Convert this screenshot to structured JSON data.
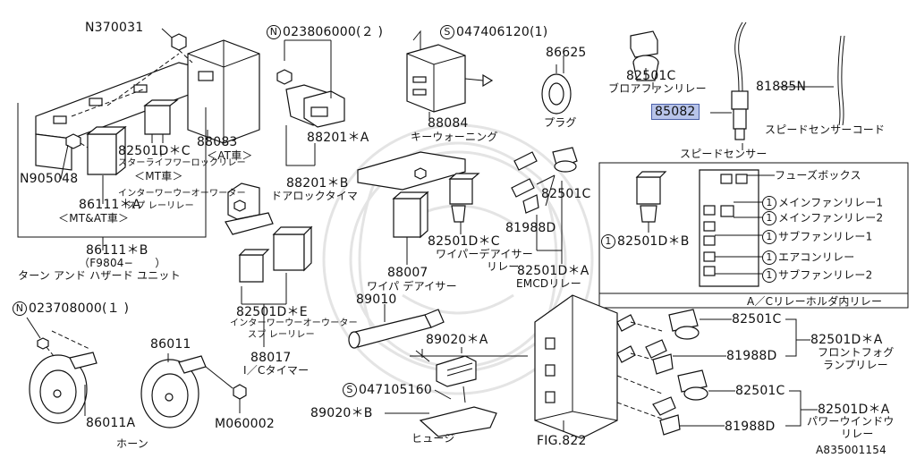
{
  "labels": {
    "n370031": "N370031",
    "n905048": "N905048",
    "n023806000": "023806000(２ )",
    "s047406120": "047406120(1)",
    "p86625": "86625",
    "p82501c_top": "82501C",
    "blower_relay": "ブロアファンリレー",
    "p85082": "85082",
    "p81885n": "81885N",
    "speed_sensor_cord": "スピードセンサーコード",
    "speed_sensor": "スピードセンサー",
    "p88083": "88083",
    "at_car": "＜AT車＞",
    "p82501dc_left": "82501D＊C",
    "starter_lock_relay": "スターライフワーロックリレー",
    "mt_car": "＜MT車＞",
    "p86111a": "86111＊A",
    "interlock_relay_l1": "インターワーウーオーワーター",
    "interlock_relay_l2": "スプ レーリレー",
    "mt_at_car": "＜MT&AT車＞",
    "p86111b": "86111＊B",
    "f9804": "（F9804−　　）",
    "turn_hazard": "ターン アンド ハザード ユニット",
    "p88201a": "88201＊A",
    "p88201b": "88201＊B",
    "doorlock_timer": "ドアロックタイマ",
    "p88084": "88084",
    "key_warning": "キーウォーニング",
    "plug": "プラグ",
    "p82501c_mid": "82501C",
    "fuse_box": "フューズボックス",
    "p82501db": "82501D＊B",
    "main_fan_relay1": "メインファンリレー1",
    "main_fan_relay2": "メインファンリレー2",
    "sub_fan_relay1": "サブファンリレー1",
    "aircon_relay": "エアコンリレー",
    "sub_fan_relay2": "サブファンリレー2",
    "ac_holder": "A／Cリレーホルダ内リレー",
    "p81988d_top": "81988D",
    "p82501dc_mid": "82501D＊C",
    "wiper_deicer_relay_l1": "ワイパーデアイサー",
    "wiper_deicer_relay_l2": "リレー",
    "p88007": "88007",
    "wiper_deicer": "ワイパ デアイサー",
    "p82501da_mid": "82501D＊A",
    "emcd_relay": "EMCDリレー",
    "p82501de": "82501D＊E",
    "interwater_relay_l1": "インターワーウーオーウーター",
    "interwater_relay_l2": "スプ レーリレー",
    "p88017": "88017",
    "ic_timer": "I／Cタイマー",
    "p89010": "89010",
    "n023708000": "023708000(１ )",
    "p86011": "86011",
    "p86011a": "86011A",
    "horn": "ホーン",
    "m060002": "M060002",
    "p89020a": "89020＊A",
    "s047105160": "047105160",
    "p89020b": "89020＊B",
    "fuse": "ヒュージ",
    "fig822": "FIG.822",
    "p82501c_r1": "82501C",
    "p81988d_r1": "81988D",
    "p82501da_r1": "82501D＊A",
    "front_fog_l1": "フロントフォグ",
    "front_fog_l2": "ランプリレー",
    "p82501c_r2": "82501C",
    "p81988d_r2": "81988D",
    "p82501da_r2": "82501D＊A",
    "power_window_l1": "パワーウインドウ",
    "power_window_l2": "リレー",
    "diagram_id": "A835001154"
  },
  "markers": {
    "circle_n": "N",
    "circle_s": "S",
    "circle_1": "1"
  },
  "colors": {
    "highlight": "#b8c4ea",
    "ink": "#111111"
  }
}
